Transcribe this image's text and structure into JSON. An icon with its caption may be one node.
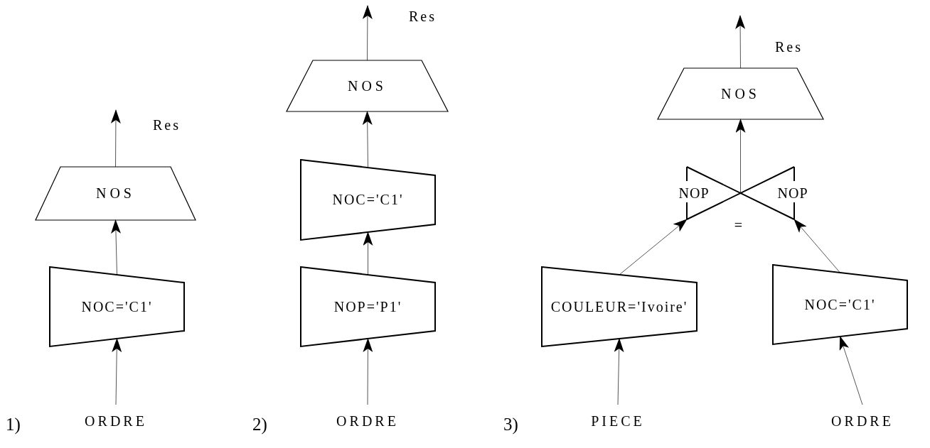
{
  "diagram": {
    "nodes": [
      {
        "text": [
          "ORDRE"
        ]
      },
      {
        "text": [
          "NOC='C1'"
        ]
      },
      {
        "text": [
          "NOS"
        ]
      },
      {
        "text": [
          "ORDRE"
        ]
      },
      {
        "text": [
          "NOP='P1'"
        ]
      },
      {
        "text": [
          "NOC='C1'"
        ]
      },
      {
        "text": [
          "NOS"
        ]
      },
      {
        "text": [
          "PIECE"
        ]
      },
      {
        "text": [
          "COULEUR='Ivoire'"
        ]
      },
      {
        "text": [
          "ORDRE"
        ]
      },
      {
        "text": [
          "NOC='C1'"
        ]
      },
      {
        "text": [
          "NOP",
          "NOP",
          "="
        ]
      },
      {
        "text": [
          "NOS"
        ]
      }
    ],
    "edges": [
      {
        "from": 0,
        "to": 1,
        "arrow": "to"
      },
      {
        "from": 1,
        "to": 2,
        "arrow": "to"
      },
      {
        "from": 2,
        "to": null,
        "arrow": "to",
        "label": "Res"
      },
      {
        "from": 3,
        "to": 4,
        "arrow": "to"
      },
      {
        "from": 4,
        "to": 5,
        "arrow": "to"
      },
      {
        "from": 5,
        "to": 6,
        "arrow": "to"
      },
      {
        "from": 6,
        "to": null,
        "arrow": "to",
        "label": "Res"
      },
      {
        "from": 7,
        "to": 8,
        "arrow": "to"
      },
      {
        "from": 9,
        "to": 10,
        "arrow": "to"
      },
      {
        "from": 8,
        "to": 11,
        "arrow": "to"
      },
      {
        "from": 10,
        "to": 11,
        "arrow": "to"
      },
      {
        "from": 11,
        "to": 12,
        "arrow": "to"
      },
      {
        "from": 12,
        "to": null,
        "arrow": "to",
        "label": "Res"
      }
    ],
    "labels": [
      "1)",
      "2)",
      "3)"
    ]
  }
}
